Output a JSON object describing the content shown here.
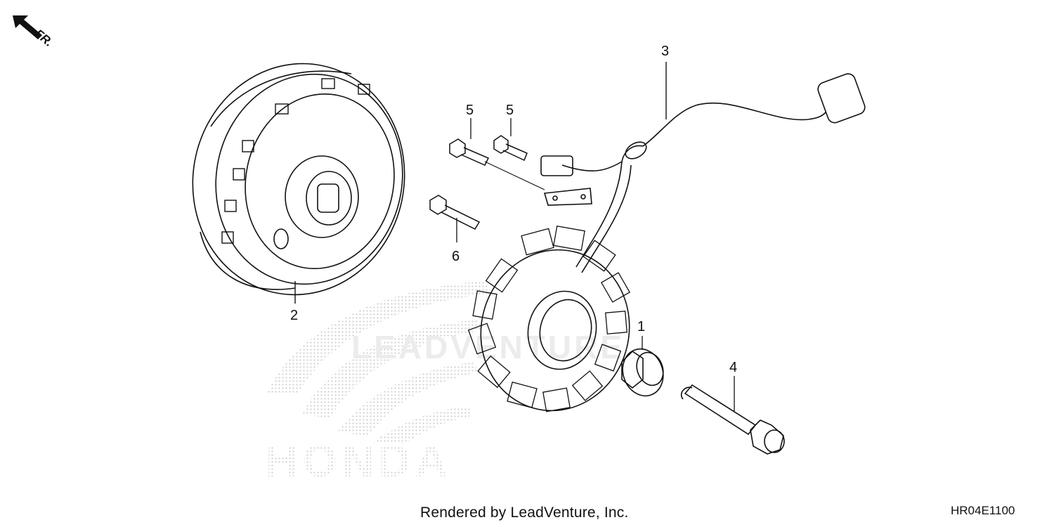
{
  "diagram": {
    "direction_label": "FR.",
    "footer_credit": "Rendered by LeadVenture, Inc.",
    "diagram_code": "HR04E1100",
    "watermark_brand": "HONDA",
    "watermark_text": "LEADVENTURE",
    "callouts": [
      {
        "id": "c1",
        "label": "1"
      },
      {
        "id": "c2",
        "label": "2"
      },
      {
        "id": "c3",
        "label": "3"
      },
      {
        "id": "c4",
        "label": "4"
      },
      {
        "id": "c5a",
        "label": "5"
      },
      {
        "id": "c5b",
        "label": "5"
      },
      {
        "id": "c6",
        "label": "6"
      }
    ]
  },
  "colors": {
    "line": "#111111",
    "watermark": "#d9d9d9",
    "background": "#ffffff"
  },
  "icons": [
    "front-direction-arrow-icon"
  ]
}
